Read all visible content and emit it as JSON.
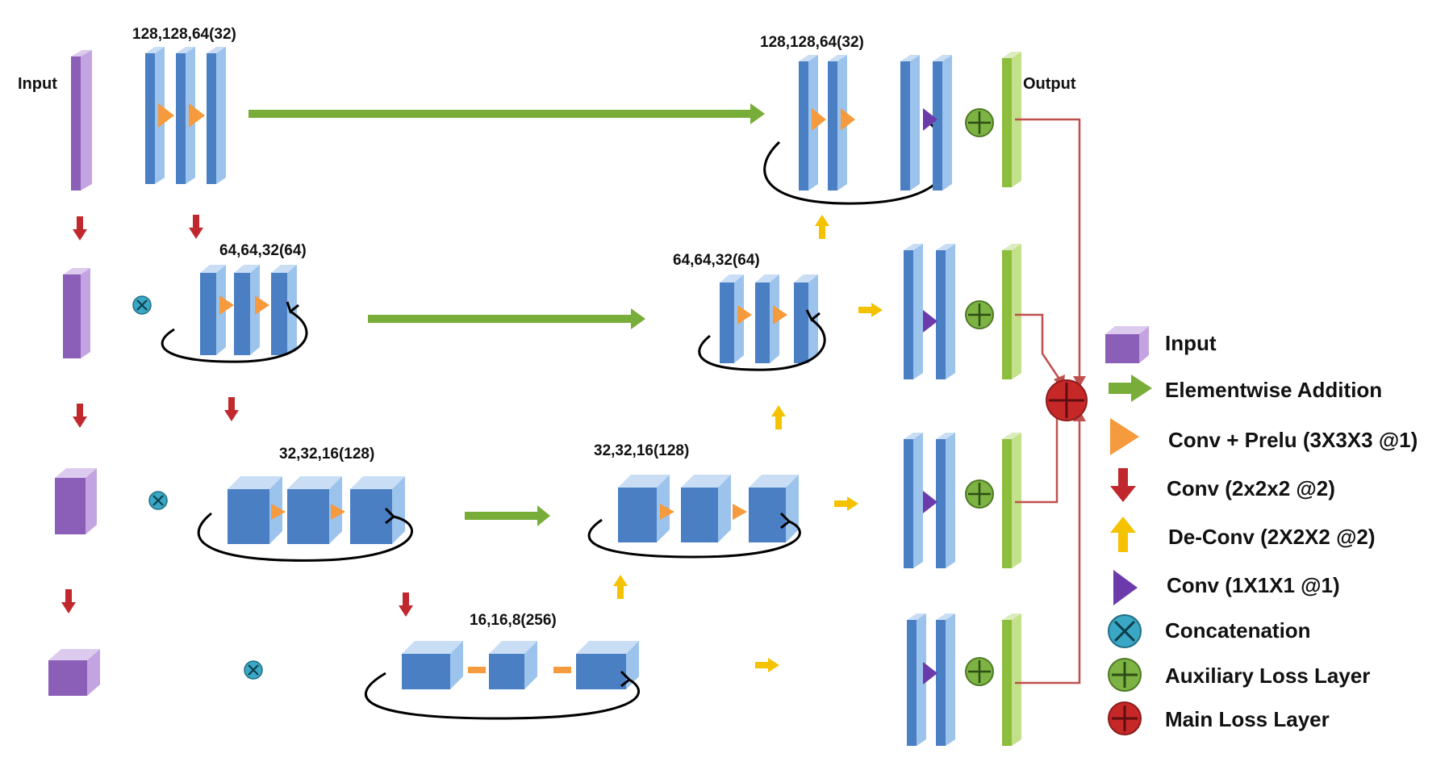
{
  "labels": {
    "input": "Input",
    "output": "Output"
  },
  "dims": {
    "enc1": "128,128,64(32)",
    "enc2": "64,64,32(64)",
    "enc3": "32,32,16(128)",
    "enc4": "16,16,8(256)",
    "dec1": "128,128,64(32)",
    "dec2": "64,64,32(64)",
    "dec3": "32,32,16(128)"
  },
  "legend": [
    {
      "icon": "purple-cube",
      "label": "Input"
    },
    {
      "icon": "green-arrow",
      "label": "Elementwise Addition"
    },
    {
      "icon": "orange-triangle",
      "label": "Conv + Prelu (3X3X3 @1)"
    },
    {
      "icon": "red-down-arrow",
      "label": "Conv (2x2x2 @2)"
    },
    {
      "icon": "yellow-up-arrow",
      "label": "De-Conv (2X2X2 @2)"
    },
    {
      "icon": "purple-triangle",
      "label": "Conv (1X1X1 @1)"
    },
    {
      "icon": "cyan-circle-x",
      "label": "Concatenation"
    },
    {
      "icon": "green-circle-plus",
      "label": "Auxiliary Loss Layer"
    },
    {
      "icon": "red-circle-plus",
      "label": "Main Loss Layer"
    }
  ],
  "colors": {
    "block_front": "#4a7fc4",
    "block_side": "#9cc3ec",
    "block_top": "#c9def5",
    "input_front": "#8b5fb8",
    "input_side": "#c3a4e0",
    "input_top": "#dccbef",
    "output_front": "#8dbd3c",
    "output_side": "#c3e08a",
    "conv_prelu": "#f59a3d",
    "conv_down": "#c0282d",
    "deconv_up": "#f5c200",
    "conv_1x1": "#6c3bab",
    "concat": "#3aa7c5",
    "aux_loss": "#7cb342",
    "main_loss": "#c62828",
    "add_arrow": "#79ad3a",
    "connector": "#c0504d"
  }
}
